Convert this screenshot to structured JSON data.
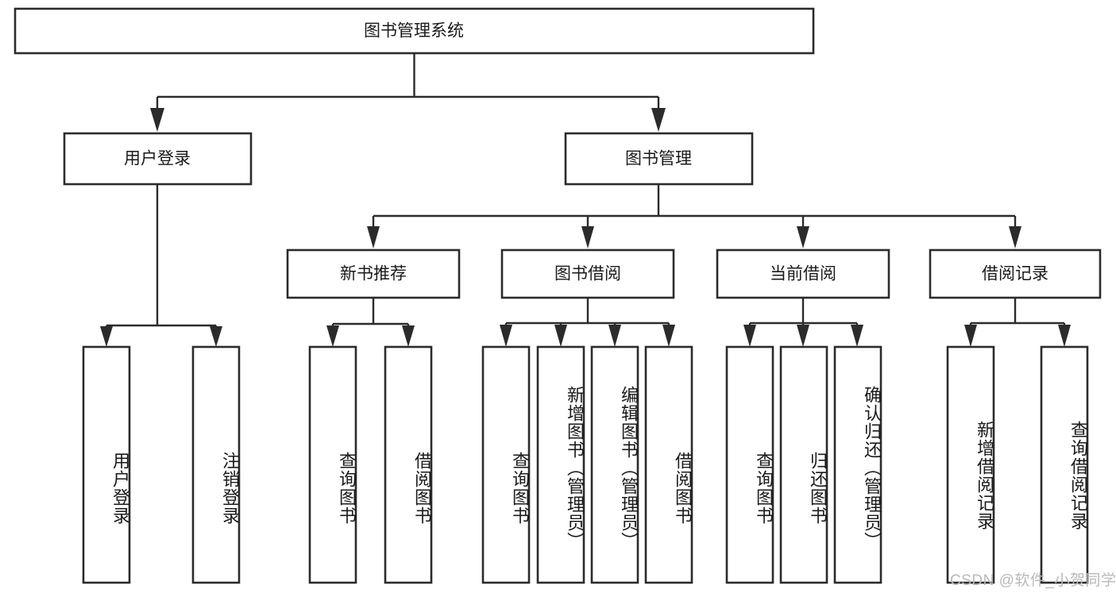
{
  "diagram": {
    "type": "tree-hierarchy",
    "title": "图书管理系统",
    "orientation": "top-down",
    "colors": {
      "box_fill": "#ffffff",
      "box_stroke": "#2b2b2b",
      "text": "#1a1a1a",
      "watermark": "#b9b9b9",
      "background": "#ffffff"
    },
    "root": {
      "label": "图书管理系统",
      "orientation": "horizontal"
    },
    "level1": [
      {
        "label": "用户登录",
        "orientation": "horizontal"
      },
      {
        "label": "图书管理",
        "orientation": "horizontal"
      }
    ],
    "level2": [
      {
        "label": "新书推荐",
        "orientation": "horizontal"
      },
      {
        "label": "图书借阅",
        "orientation": "horizontal"
      },
      {
        "label": "当前借阅",
        "orientation": "horizontal"
      },
      {
        "label": "借阅记录",
        "orientation": "horizontal"
      }
    ],
    "leaves": {
      "user_login": [
        {
          "label": "用户登录",
          "orientation": "vertical"
        },
        {
          "label": "注销登录",
          "orientation": "vertical"
        }
      ],
      "new_book_recommend": [
        {
          "label": "查询图书",
          "orientation": "vertical"
        },
        {
          "label": "借阅图书",
          "orientation": "vertical"
        }
      ],
      "book_borrow": [
        {
          "label": "查询图书",
          "orientation": "vertical"
        },
        {
          "label": "新增图书（管理员）",
          "orientation": "vertical"
        },
        {
          "label": "编辑图书（管理员）",
          "orientation": "vertical"
        },
        {
          "label": "借阅图书",
          "orientation": "vertical"
        }
      ],
      "current_borrow": [
        {
          "label": "查询图书",
          "orientation": "vertical"
        },
        {
          "label": "归还图书",
          "orientation": "vertical"
        },
        {
          "label": "确认归还（管理员）",
          "orientation": "vertical"
        }
      ],
      "borrow_record": [
        {
          "label": "新增借阅记录",
          "orientation": "vertical"
        },
        {
          "label": "查询借阅记录",
          "orientation": "vertical"
        }
      ]
    }
  },
  "watermark": {
    "text": "CSDN @软件_小贺同学"
  }
}
